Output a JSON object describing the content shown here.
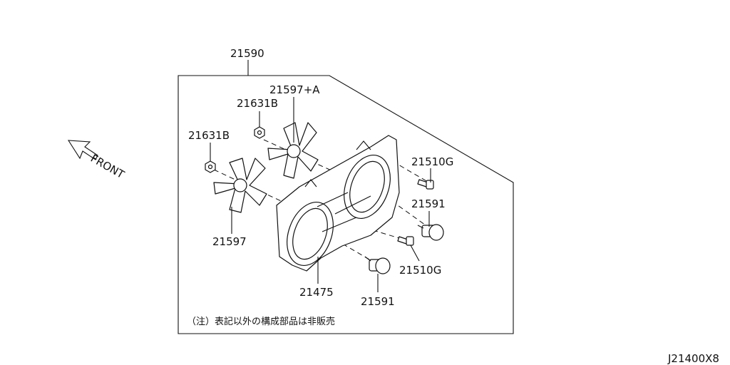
{
  "labels": {
    "assembly": "21590",
    "fan_upper": "21597+A",
    "nut_upper": "21631B",
    "nut_lower": "21631B",
    "fan_lower": "21597",
    "screw_upper": "21510G",
    "motor_upper": "21591",
    "screw_lower": "21510G",
    "shroud": "21475",
    "motor_lower": "21591"
  },
  "front_label": "FRONT",
  "note": "（注）表記以外の構成部品は非販売",
  "diagram_id": "J21400X8"
}
